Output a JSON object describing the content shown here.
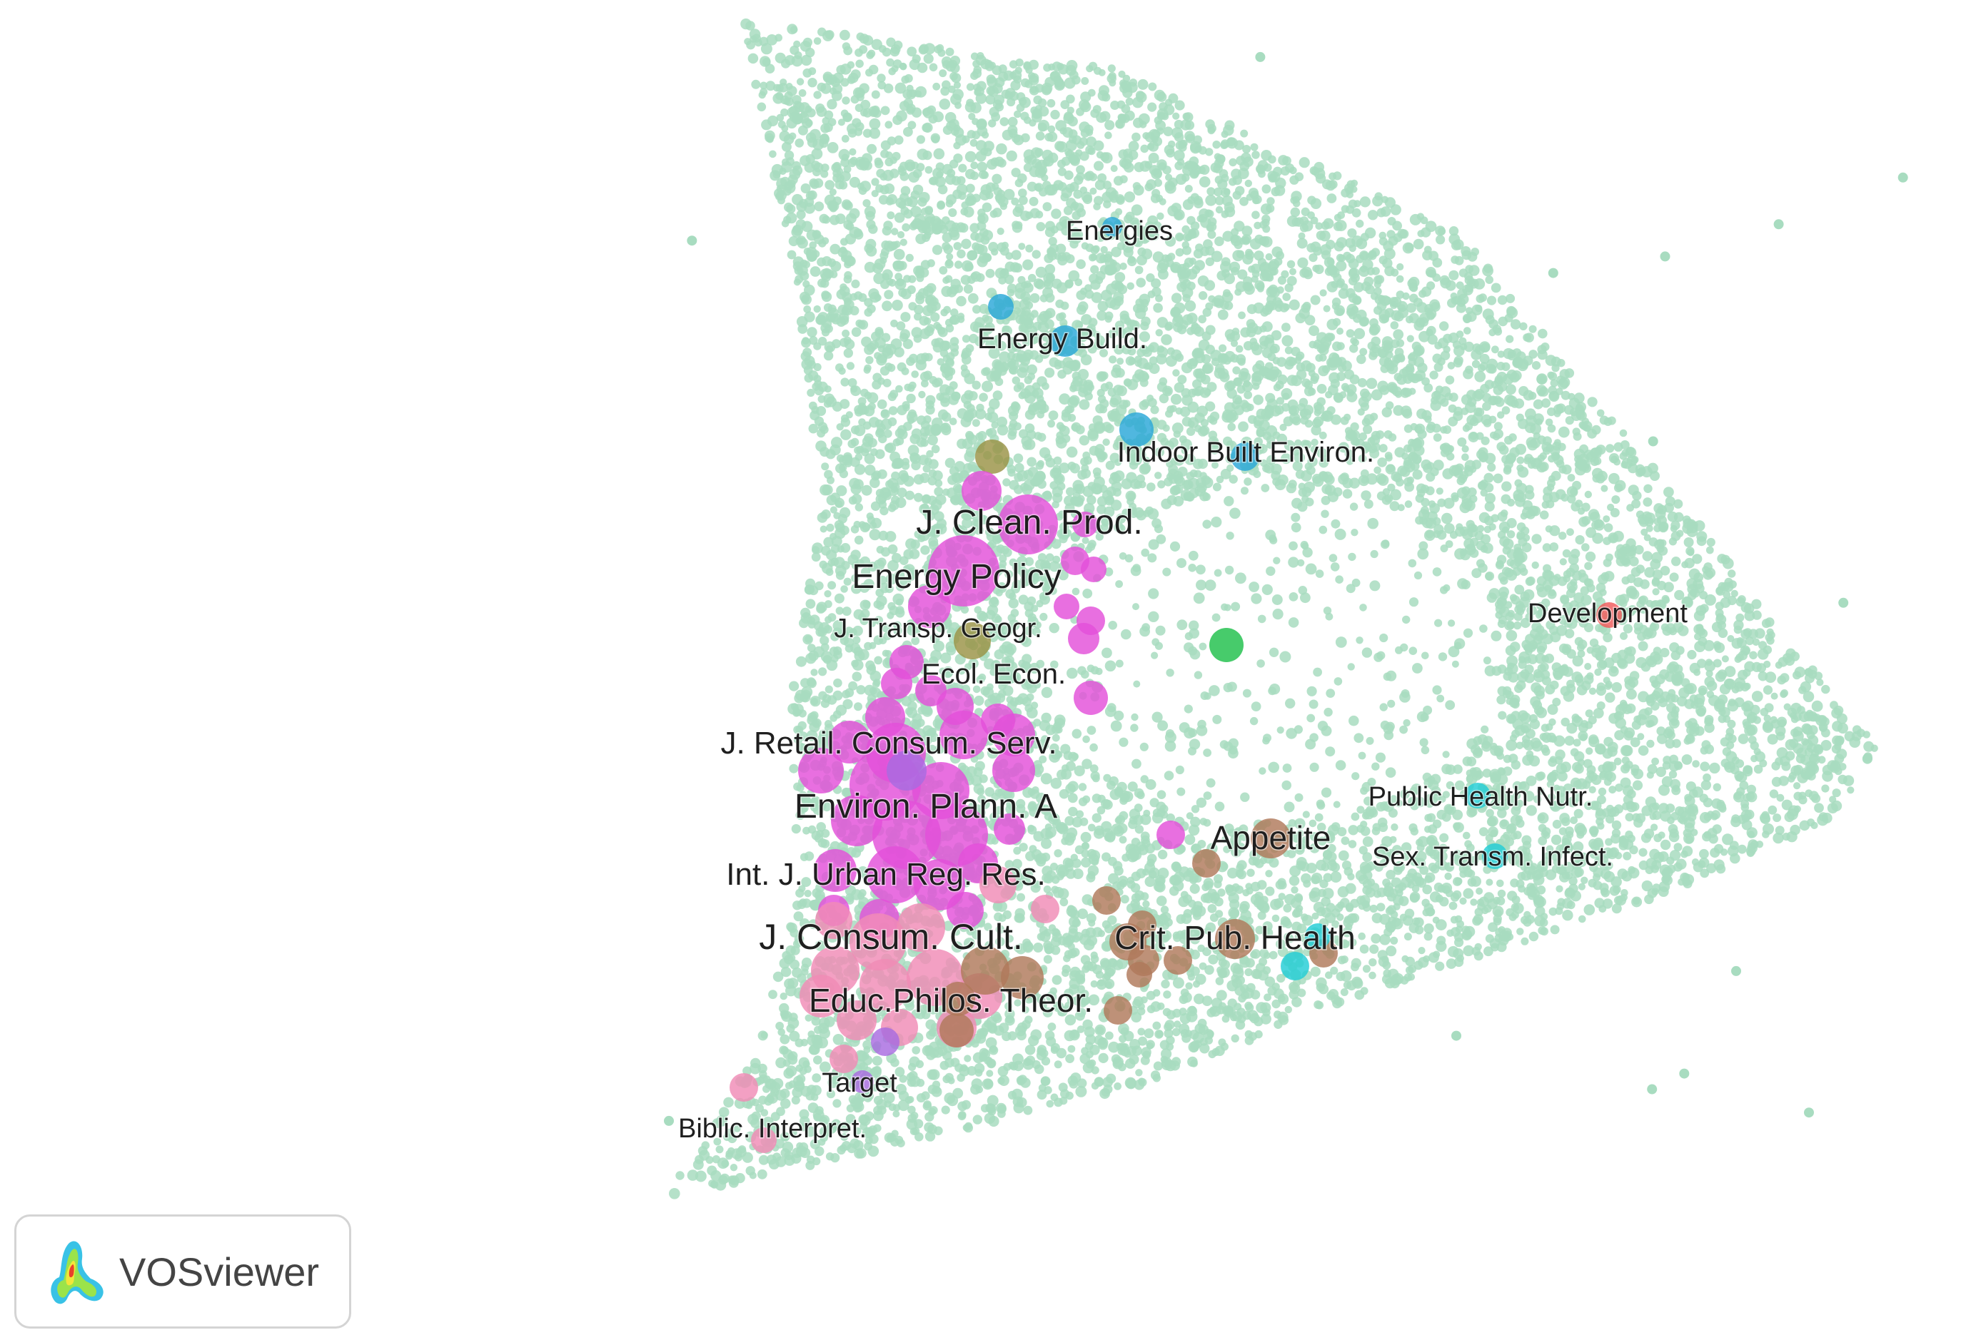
{
  "map": {
    "background_color": "#ffffff",
    "point_cloud_color": "#a8dcc0",
    "cluster_colors": {
      "magenta": "#e34fd9",
      "pink": "#f08bb6",
      "brown": "#b0795a",
      "blue": "#2aa7d8",
      "cyan": "#22cdd6",
      "olive": "#9a9245",
      "green": "#1fbf4a",
      "red": "#ef5a5a",
      "purple": "#a86be0"
    },
    "labels": [
      {
        "text": "Energies",
        "color": "blue"
      },
      {
        "text": "Energy Build.",
        "color": "blue"
      },
      {
        "text": "Indoor Built Environ.",
        "color": "blue"
      },
      {
        "text": "J. Clean. Prod.",
        "color": "magenta"
      },
      {
        "text": "Energy Policy",
        "color": "magenta"
      },
      {
        "text": "J. Transp. Geogr.",
        "color": "olive"
      },
      {
        "text": "Ecol. Econ.",
        "color": "magenta"
      },
      {
        "text": "Development",
        "color": "red"
      },
      {
        "text": "J. Retail. Consum. Serv.",
        "color": "magenta"
      },
      {
        "text": "Environ. Plann. A",
        "color": "magenta"
      },
      {
        "text": "Public Health Nutr.",
        "color": "cyan"
      },
      {
        "text": "Appetite",
        "color": "brown"
      },
      {
        "text": "Sex. Transm. Infect.",
        "color": "cyan"
      },
      {
        "text": "Int. J. Urban Reg. Res.",
        "color": "magenta"
      },
      {
        "text": "J. Consum. Cult.",
        "color": "pink"
      },
      {
        "text": "Crit. Pub. Health",
        "color": "brown"
      },
      {
        "text": "Educ.Philos. Theor.",
        "color": "brown"
      },
      {
        "text": "Target",
        "color": "purple"
      },
      {
        "text": "Biblic. Interpret.",
        "color": "pink"
      }
    ]
  },
  "logo": {
    "text": "VOSviewer",
    "icon": "vosviewer-density-icon"
  }
}
